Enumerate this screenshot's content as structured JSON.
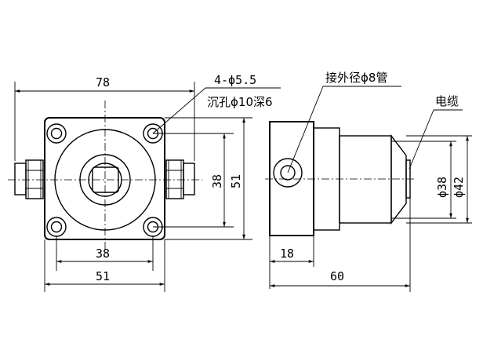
{
  "front_view": {
    "dim_overall_width": "78",
    "dim_hole_spacing_horizontal": "38",
    "dim_body_width": "51",
    "dim_hole_spacing_vertical": "38",
    "dim_body_height": "51",
    "hole_callout_line1": "4-ϕ5.5",
    "hole_callout_line2": "沉孔ϕ10深6"
  },
  "side_view": {
    "pipe_callout": "接外径ϕ8管",
    "cable_callout": "电缆",
    "dim_diameter_inner": "ϕ38",
    "dim_diameter_outer": "ϕ42",
    "dim_block_length": "18",
    "dim_total_length": "60"
  }
}
